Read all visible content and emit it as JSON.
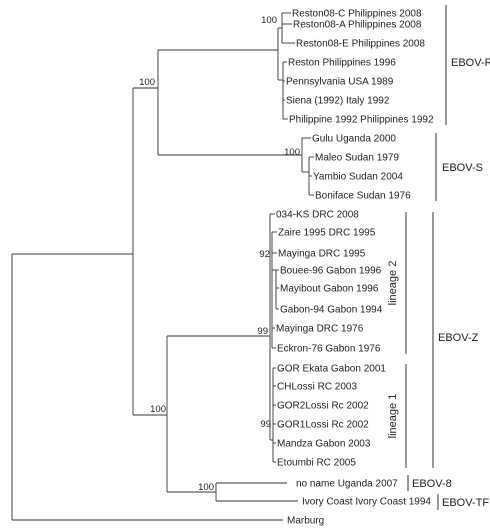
{
  "leaves": [
    "Reston08-C Philippines 2008",
    "Reston08-A Philippines 2008",
    "Reston08-E Philippines 2008",
    "Reston Philippines 1996",
    "Pennsylvania USA 1989",
    "Siena (1992) Italy 1992",
    "Philippine 1992 Philippines 1992",
    "Gulu Uganda 2000",
    "Maleo Sudan 1979",
    "Yambio Sudan 2004",
    "Boniface Sudan 1976",
    "034-KS DRC 2008",
    "Zaire 1995 DRC 1995",
    "Mayinga DRC 1995",
    "Bouee-96 Gabon 1996",
    "Mayibout Gabon 1996",
    "Gabon-94 Gabon 1994",
    "Mayinga DRC 1976",
    "Eckron-76 Gabon 1976",
    "GOR Ekata Gabon 2001",
    "CHLossi RC 2003",
    "GOR2Lossi Rc 2002",
    "GOR1Lossi Rc 2002",
    "Mandza Gabon 2003",
    "Etoumbi RC 2005",
    "no name Uganda 2007",
    "Ivory Coast Ivory Coast 1994",
    "Marburg"
  ],
  "bootstraps": [
    "100",
    "100",
    "100",
    "92",
    "99",
    "99",
    "100",
    "100"
  ],
  "clades": [
    "EBOV-R",
    "EBOV-S",
    "EBOV-Z",
    "EBOV-8",
    "EBOV-TF"
  ],
  "lineages": [
    "lineage 2",
    "lineage 1"
  ]
}
